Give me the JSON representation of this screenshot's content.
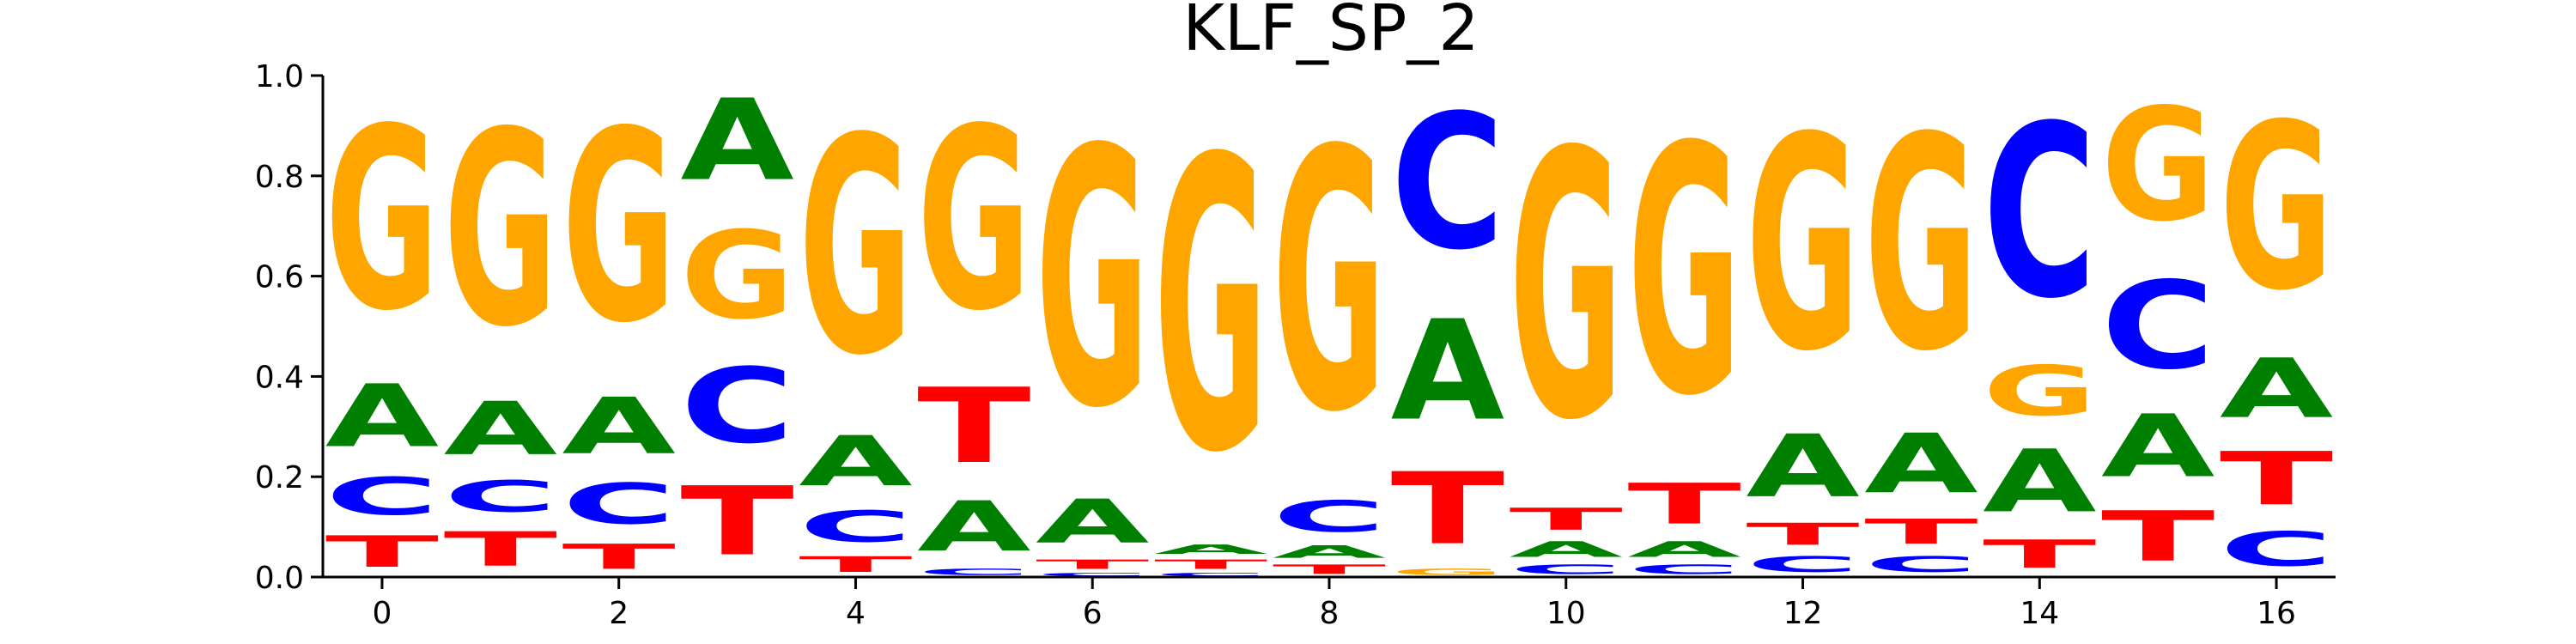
{
  "chart_data": {
    "type": "sequence_logo",
    "title": "KLF_SP_2",
    "xlabel": "",
    "ylabel": "",
    "ylim": [
      0,
      1
    ],
    "xlim": [
      -0.5,
      16.5
    ],
    "x_ticks": [
      0,
      2,
      4,
      6,
      8,
      10,
      12,
      14,
      16
    ],
    "y_ticks": [
      0.0,
      0.2,
      0.4,
      0.6,
      0.8,
      1.0
    ],
    "y_tick_labels": [
      "0.0",
      "0.2",
      "0.4",
      "0.6",
      "0.8",
      "1.0"
    ],
    "grid": false,
    "colors": {
      "A": "#008000",
      "C": "#0000ff",
      "G": "#ffa500",
      "T": "#ff0000"
    },
    "positions": [
      {
        "pos": 0,
        "stack": [
          [
            "T",
            0.1
          ],
          [
            "C",
            0.12
          ],
          [
            "A",
            0.2
          ],
          [
            "G",
            0.58
          ]
        ]
      },
      {
        "pos": 1,
        "stack": [
          [
            "T",
            0.11
          ],
          [
            "C",
            0.1
          ],
          [
            "A",
            0.17
          ],
          [
            "G",
            0.62
          ]
        ]
      },
      {
        "pos": 2,
        "stack": [
          [
            "T",
            0.08
          ],
          [
            "C",
            0.13
          ],
          [
            "A",
            0.18
          ],
          [
            "G",
            0.61
          ]
        ]
      },
      {
        "pos": 3,
        "stack": [
          [
            "T",
            0.22
          ],
          [
            "C",
            0.24
          ],
          [
            "G",
            0.28
          ],
          [
            "A",
            0.26
          ]
        ]
      },
      {
        "pos": 4,
        "stack": [
          [
            "T",
            0.05
          ],
          [
            "C",
            0.1
          ],
          [
            "A",
            0.16
          ],
          [
            "G",
            0.69
          ]
        ]
      },
      {
        "pos": 5,
        "stack": [
          [
            "C",
            0.02
          ],
          [
            "A",
            0.16
          ],
          [
            "T",
            0.24
          ],
          [
            "G",
            0.58
          ]
        ]
      },
      {
        "pos": 6,
        "stack": [
          [
            "C",
            0.01
          ],
          [
            "T",
            0.03
          ],
          [
            "A",
            0.14
          ],
          [
            "G",
            0.82
          ]
        ]
      },
      {
        "pos": 7,
        "stack": [
          [
            "C",
            0.01
          ],
          [
            "T",
            0.03
          ],
          [
            "A",
            0.03
          ],
          [
            "G",
            0.93
          ]
        ]
      },
      {
        "pos": 8,
        "stack": [
          [
            "T",
            0.03
          ],
          [
            "A",
            0.04
          ],
          [
            "C",
            0.1
          ],
          [
            "G",
            0.83
          ]
        ]
      },
      {
        "pos": 9,
        "stack": [
          [
            "G",
            0.02
          ],
          [
            "T",
            0.23
          ],
          [
            "A",
            0.32
          ],
          [
            "C",
            0.43
          ]
        ]
      },
      {
        "pos": 10,
        "stack": [
          [
            "C",
            0.03
          ],
          [
            "A",
            0.05
          ],
          [
            "T",
            0.07
          ],
          [
            "G",
            0.85
          ]
        ]
      },
      {
        "pos": 11,
        "stack": [
          [
            "C",
            0.03
          ],
          [
            "A",
            0.05
          ],
          [
            "T",
            0.13
          ],
          [
            "G",
            0.79
          ]
        ]
      },
      {
        "pos": 12,
        "stack": [
          [
            "C",
            0.05
          ],
          [
            "T",
            0.07
          ],
          [
            "A",
            0.2
          ],
          [
            "G",
            0.68
          ]
        ]
      },
      {
        "pos": 13,
        "stack": [
          [
            "C",
            0.05
          ],
          [
            "T",
            0.08
          ],
          [
            "A",
            0.19
          ],
          [
            "G",
            0.68
          ]
        ]
      },
      {
        "pos": 14,
        "stack": [
          [
            "T",
            0.09
          ],
          [
            "A",
            0.2
          ],
          [
            "G",
            0.16
          ],
          [
            "C",
            0.55
          ]
        ]
      },
      {
        "pos": 15,
        "stack": [
          [
            "T",
            0.16
          ],
          [
            "A",
            0.2
          ],
          [
            "C",
            0.28
          ],
          [
            "G",
            0.36
          ]
        ]
      },
      {
        "pos": 16,
        "stack": [
          [
            "C",
            0.11
          ],
          [
            "T",
            0.17
          ],
          [
            "A",
            0.19
          ],
          [
            "G",
            0.53
          ]
        ]
      }
    ]
  }
}
